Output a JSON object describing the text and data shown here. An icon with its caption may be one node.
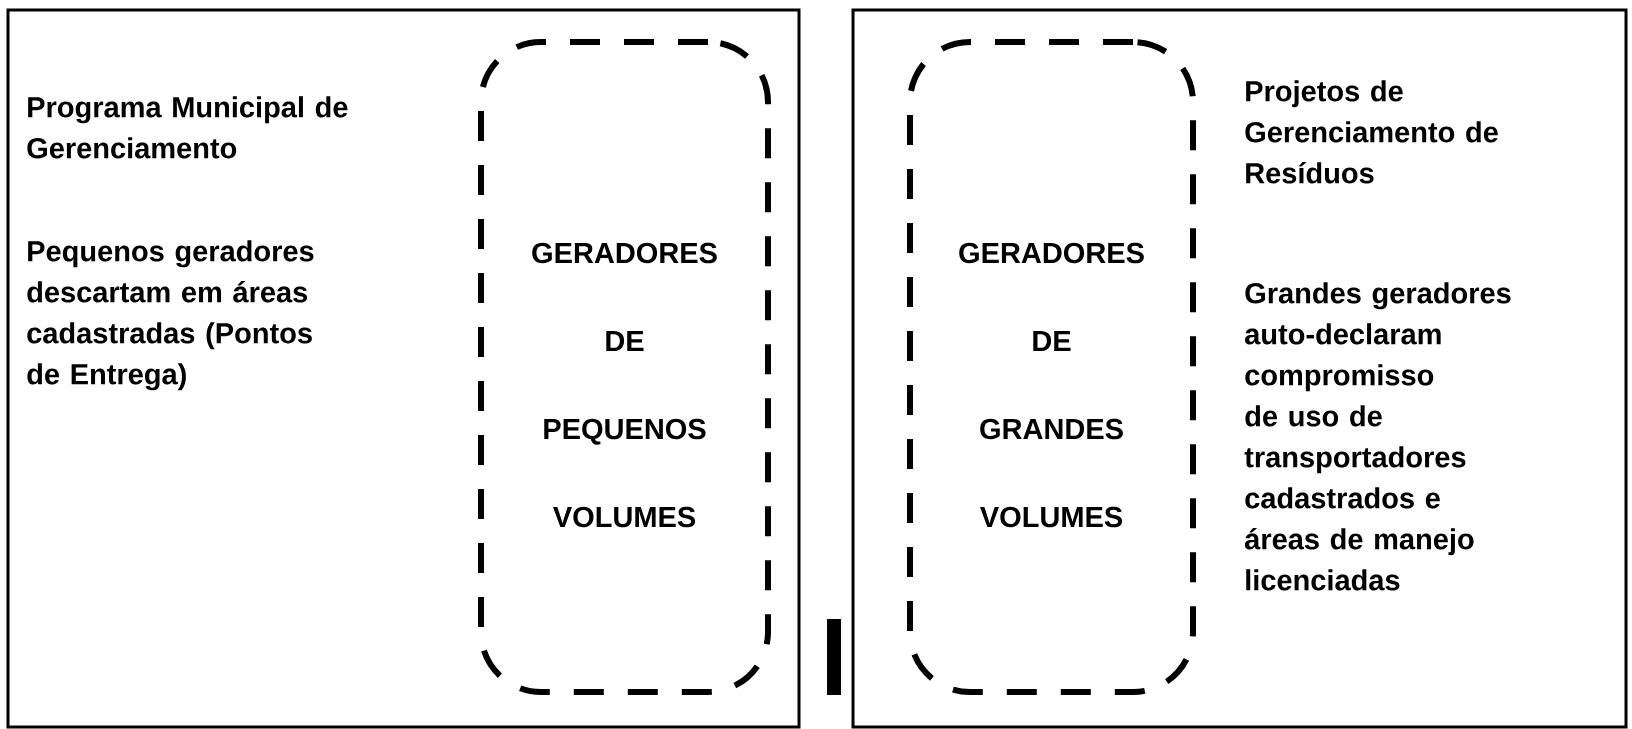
{
  "diagram": {
    "nodes": [
      {
        "text": [
          "Programa Municipal de Gerenciamento",
          "Pequenos geradores descartam em áreas cadastradas (Pontos de Entrega)"
        ]
      },
      {
        "text": [
          "GERADORES DE PEQUENOS VOLUMES"
        ],
        "in": 0
      },
      {
        "text": [
          "Projetos de Gerenciamento de Resíduos",
          "Grandes geradores auto-declaram compromisso de uso de transportadores cadastrados e áreas de manejo licenciadas"
        ]
      },
      {
        "text": [
          "GERADORES DE GRANDES VOLUMES"
        ],
        "in": 2
      },
      {
        "text": [],
        "shape": "bar"
      }
    ]
  }
}
